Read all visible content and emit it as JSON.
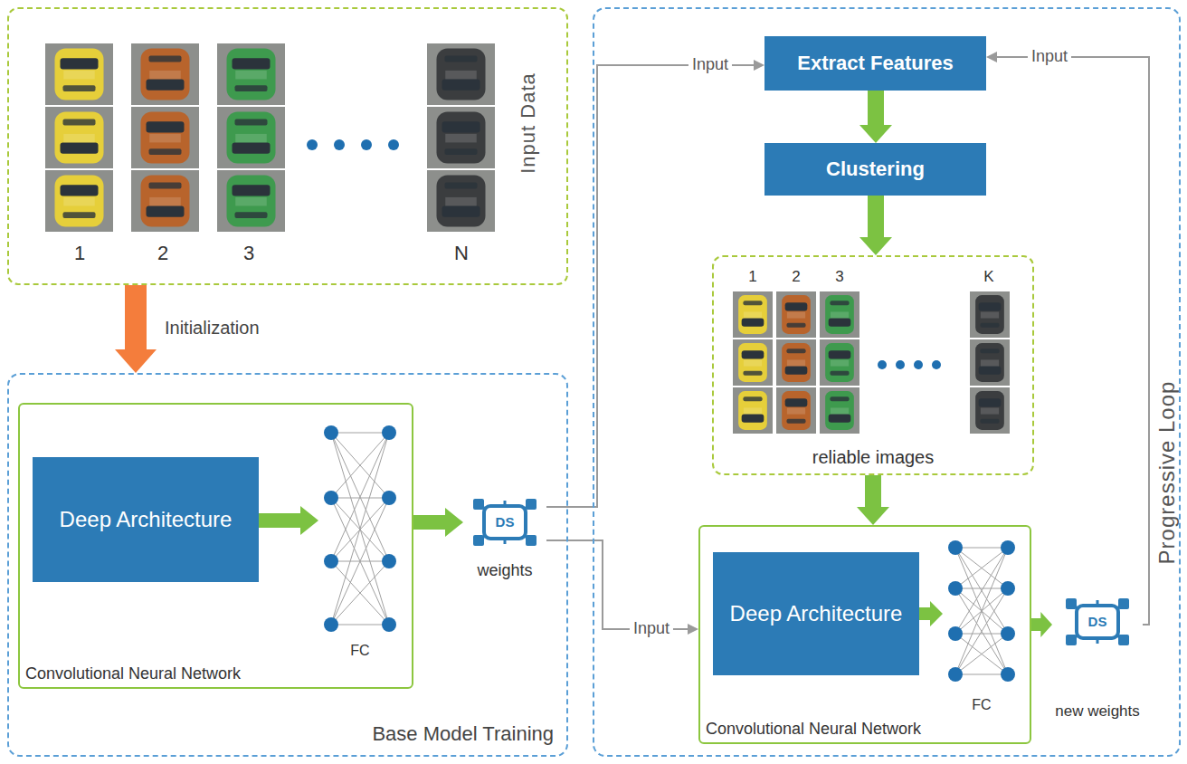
{
  "diagram": {
    "nodes": [
      {
        "text": [
          "Input Data"
        ]
      },
      {
        "text": [
          "Base Model Training"
        ]
      },
      {
        "text": [
          "Convolutional Neural Network"
        ],
        "in": 1
      },
      {
        "text": [
          "Deep Architecture"
        ],
        "in": 2
      },
      {
        "text": [
          "FC"
        ],
        "in": 2
      },
      {
        "text": [
          "DS",
          "weights"
        ],
        "in": 1
      },
      {
        "text": [
          "Progressive Loop"
        ]
      },
      {
        "text": [
          "Extract Features"
        ],
        "in": 6
      },
      {
        "text": [
          "Clustering"
        ],
        "in": 6
      },
      {
        "text": [
          "reliable images"
        ],
        "in": 6
      },
      {
        "text": [
          "Convolutional Neural Network"
        ],
        "in": 6
      },
      {
        "text": [
          "Deep Architecture"
        ],
        "in": 10
      },
      {
        "text": [
          "FC"
        ],
        "in": 10
      },
      {
        "text": [
          "DS",
          "new weights"
        ],
        "in": 6
      }
    ],
    "edges": [
      {
        "from": 0,
        "to": 1,
        "label": "Initialization",
        "arrow": "to"
      },
      {
        "from": 3,
        "to": 4,
        "arrow": "to"
      },
      {
        "from": 2,
        "to": 5,
        "arrow": "to"
      },
      {
        "from": 5,
        "to": 7,
        "label": "Input",
        "arrow": "to"
      },
      {
        "from": 5,
        "to": 10,
        "label": "Input",
        "arrow": "to"
      },
      {
        "from": 7,
        "to": 8,
        "arrow": "to"
      },
      {
        "from": 8,
        "to": 9,
        "arrow": "to"
      },
      {
        "from": 9,
        "to": 10,
        "arrow": "to"
      },
      {
        "from": 11,
        "to": 12,
        "arrow": "to"
      },
      {
        "from": 10,
        "to": 13,
        "arrow": "to"
      },
      {
        "from": 13,
        "to": 7,
        "label": "Input",
        "arrow": "to"
      }
    ],
    "labels": [
      "1",
      "2",
      "3",
      "N",
      "1",
      "2",
      "3",
      "K"
    ]
  }
}
